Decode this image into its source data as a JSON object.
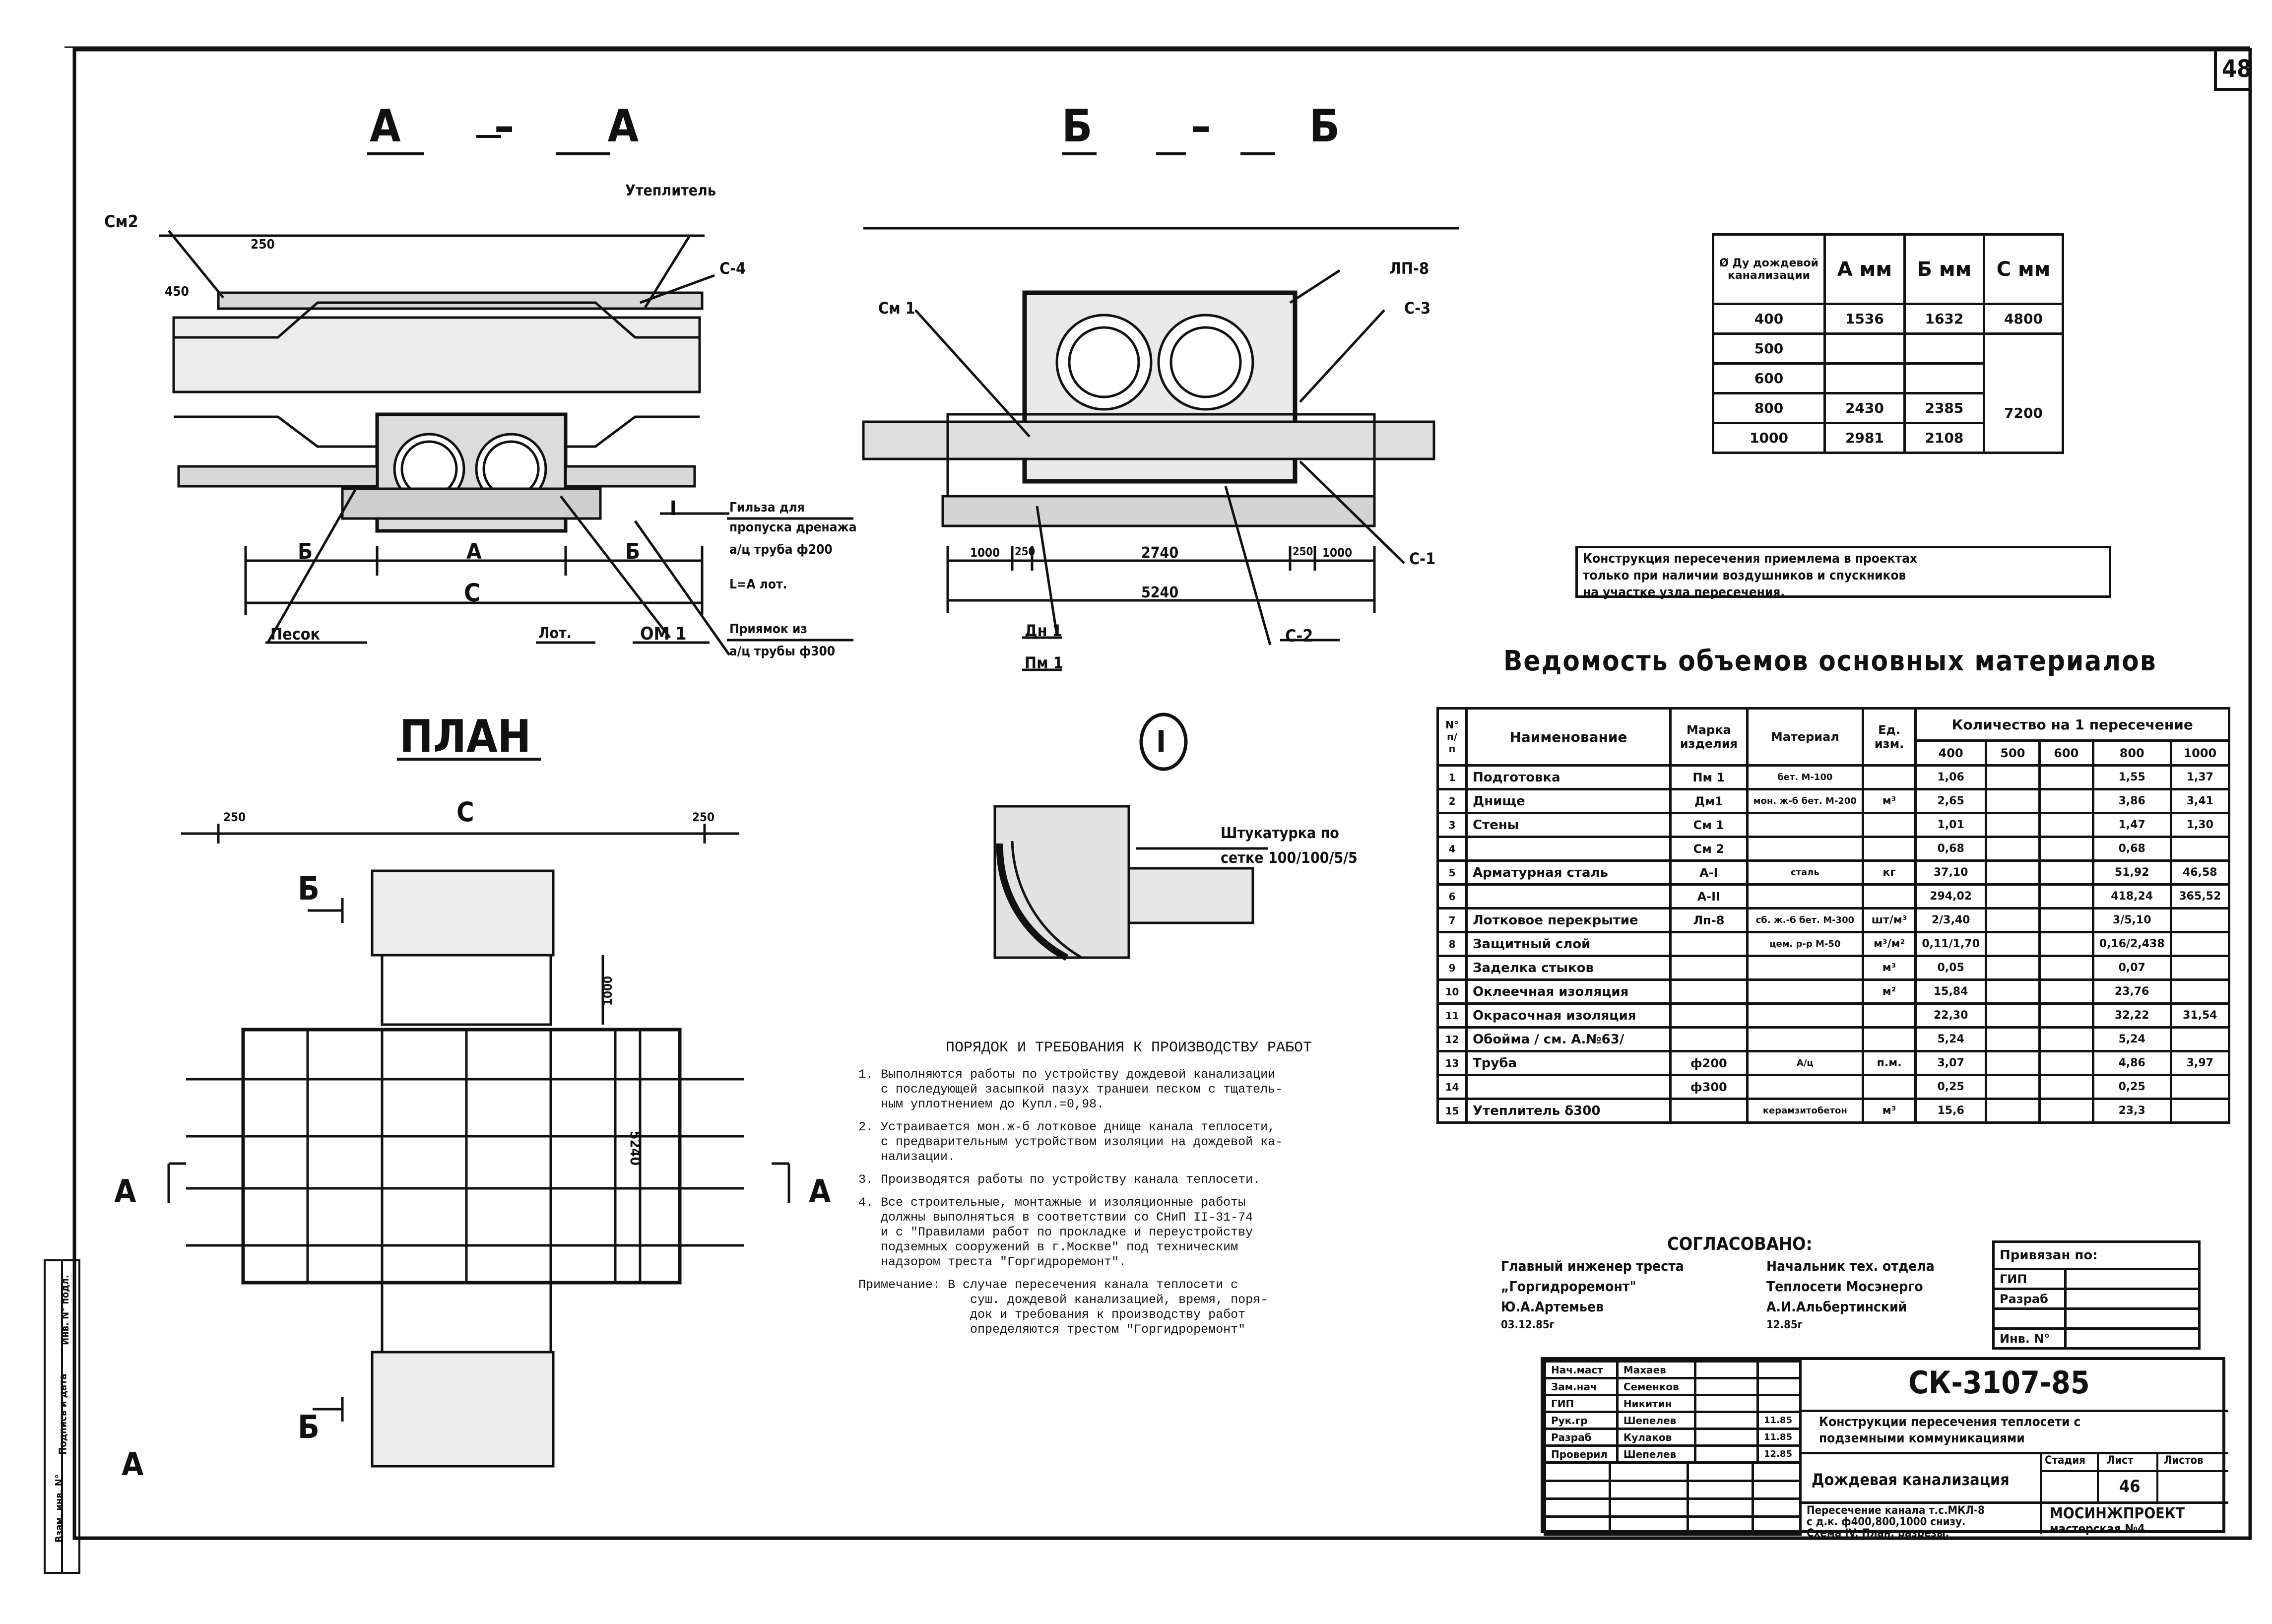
{
  "sheet": {
    "sheet_number": "48",
    "document_code": "СК-3107-85",
    "sheet_index": "46"
  },
  "views": {
    "section_aa": "А – А",
    "section_bb": "Б – Б",
    "plan": "ПЛАН",
    "node_mark": "I"
  },
  "section_aa_labels": {
    "insulation": "Утеплитель",
    "cm2": "См2",
    "c4": "С-4",
    "dim_250": "250",
    "dim_450": "450",
    "roman_i": "I",
    "sleeve_note": [
      "Гильза для",
      "пропуска дренажа",
      "а/ц труба ф200",
      "L=A лот."
    ],
    "dim_b_left": "Б",
    "dim_a": "А",
    "dim_b_right": "Б",
    "dim_c": "С",
    "sand": "Песок",
    "lot": "Лот.",
    "om1": "ОМ 1",
    "tray_note": [
      "Приямок из",
      "а/ц трубы ф300"
    ]
  },
  "section_bb_labels": {
    "cm1": "См 1",
    "lp8": "ЛП-8",
    "c3": "С-3",
    "c1": "С-1",
    "c2": "С-2",
    "dim_1000_left": "1000",
    "dim_250_left": "250",
    "dim_2740": "2740",
    "dim_250_right": "250",
    "dim_1000_right": "1000",
    "dim_5240": "5240",
    "dn1": "Дн 1",
    "pm1": "Пм 1"
  },
  "plan_labels": {
    "dim_c": "С",
    "dim_250_left": "250",
    "dim_250_right": "250",
    "dim_1000": "1000",
    "dim_5240": "5240",
    "cut_a_left": "А",
    "cut_a_right": "А",
    "cut_b_top": "Б",
    "cut_b_bottom": "Б",
    "stamp_a": "А"
  },
  "detail_labels": {
    "plaster": [
      "Штукатурка по",
      "сетке 100/100/5/5"
    ]
  },
  "dimension_table": {
    "headers": [
      "Ø Ду дождевой канализации",
      "А мм",
      "Б мм",
      "С мм"
    ],
    "rows": [
      [
        "400",
        "1536",
        "1632",
        "4800"
      ],
      [
        "500",
        "",
        "",
        ""
      ],
      [
        "600",
        "",
        "",
        ""
      ],
      [
        "800",
        "2430",
        "2385",
        "7200"
      ],
      [
        "1000",
        "2981",
        "2108",
        ""
      ]
    ]
  },
  "note_box": [
    "Конструкция пересечения приемлема в проектах",
    "только при наличии воздушников и спускников",
    "на участке узла пересечения."
  ],
  "materials": {
    "title": "Ведомость объемов основных материалов",
    "headers": [
      "N° п/п",
      "Наименование",
      "Марка изделия",
      "Материал",
      "Ед. изм.",
      "Количество на 1 пересечение"
    ],
    "sizes": [
      "400",
      "500",
      "600",
      "800",
      "1000"
    ],
    "rows": [
      {
        "n": "1",
        "name": "Подготовка",
        "mark": "Пм 1",
        "material": "бет. М-100",
        "unit": "",
        "q400": "1,06",
        "q800": "1,55",
        "q1000": "1,37"
      },
      {
        "n": "2",
        "name": "Днище",
        "mark": "Дм1",
        "material": "мон. ж-б бет. М-200",
        "unit": "м³",
        "q400": "2,65",
        "q800": "3,86",
        "q1000": "3,41"
      },
      {
        "n": "3",
        "name": "Стены",
        "mark": "См 1",
        "material": "",
        "unit": "",
        "q400": "1,01",
        "q800": "1,47",
        "q1000": "1,30"
      },
      {
        "n": "4",
        "name": "",
        "mark": "См 2",
        "material": "",
        "unit": "",
        "q400": "0,68",
        "q800": "0,68",
        "q1000": ""
      },
      {
        "n": "5",
        "name": "Арматурная сталь",
        "mark": "А-I",
        "material": "сталь",
        "unit": "кг",
        "q400": "37,10",
        "q800": "51,92",
        "q1000": "46,58"
      },
      {
        "n": "6",
        "name": "",
        "mark": "А-II",
        "material": "",
        "unit": "",
        "q400": "294,02",
        "q800": "418,24",
        "q1000": "365,52"
      },
      {
        "n": "7",
        "name": "Лотковое перекрытие",
        "mark": "Лп-8",
        "material": "сб. ж.-б бет. М-300",
        "unit": "шт/м³",
        "q400": "2/3,40",
        "q800": "3/5,10",
        "q1000": ""
      },
      {
        "n": "8",
        "name": "Защитный слой",
        "mark": "",
        "material": "цем. р-р М-50",
        "unit": "м³/м²",
        "q400": "0,11/1,70",
        "q800": "0,16/2,438",
        "q1000": ""
      },
      {
        "n": "9",
        "name": "Заделка стыков",
        "mark": "",
        "material": "",
        "unit": "м³",
        "q400": "0,05",
        "q800": "0,07",
        "q1000": ""
      },
      {
        "n": "10",
        "name": "Оклеечная изоляция",
        "mark": "",
        "material": "",
        "unit": "м²",
        "q400": "15,84",
        "q800": "23,76",
        "q1000": ""
      },
      {
        "n": "11",
        "name": "Окрасочная изоляция",
        "mark": "",
        "material": "",
        "unit": "",
        "q400": "22,30",
        "q800": "32,22",
        "q1000": "31,54"
      },
      {
        "n": "12",
        "name": "Обойма / см. А.№63/",
        "mark": "",
        "material": "",
        "unit": "",
        "q400": "5,24",
        "q800": "5,24",
        "q1000": ""
      },
      {
        "n": "13",
        "name": "Труба",
        "mark": "ф200",
        "material": "А/ц",
        "unit": "п.м.",
        "q400": "3,07",
        "q800": "4,86",
        "q1000": "3,97"
      },
      {
        "n": "14",
        "name": "",
        "mark": "ф300",
        "material": "",
        "unit": "",
        "q400": "0,25",
        "q800": "0,25",
        "q1000": ""
      },
      {
        "n": "15",
        "name": "Утеплитель δ300",
        "mark": "",
        "material": "керамзитобетон",
        "unit": "м³",
        "q400": "15,6",
        "q800": "23,3",
        "q1000": ""
      }
    ]
  },
  "work_order": {
    "title": "ПОРЯДОК И ТРЕБОВАНИЯ К ПРОИЗВОДСТВУ РАБОТ",
    "items": [
      [
        "1. Выполняются работы по устройству дождевой канализации",
        "с последующей засыпкой пазух траншеи песком с тщатель-",
        "ным уплотнением до Kупл.=0,98."
      ],
      [
        "2. Устраивается мон.ж-б лотковое днище канала теплосети,",
        "с предварительным устройством изоляции на дождевой ка-",
        "нализации."
      ],
      [
        "3. Производятся работы по устройству канала теплосети."
      ],
      [
        "4. Все строительные, монтажные и изоляционные работы",
        "должны выполняться в соответствии со СНиП II-31-74",
        "и с \"Правилами работ по прокладке и переустройству",
        "подземных сооружений в г.Москве\" под техническим",
        "надзором треста \"Горгидроремонт\"."
      ]
    ],
    "note": [
      "Примечание: В случае пересечения канала теплосети с",
      "суш. дождевой канализацией, время, поря-",
      "док и требования к производству работ",
      "определяются трестом \"Горгидроремонт\""
    ]
  },
  "approval": {
    "title": "СОГЛАСОВАНО:",
    "left": [
      "Главный инженер треста",
      "„Горгидроремонт\"",
      "Ю.А.Артемьев",
      "03.12.85г"
    ],
    "right": [
      "Начальник тех. отдела",
      "Теплосети Мосэнерго",
      "А.И.Альбертинский",
      "12.85г"
    ]
  },
  "binding": {
    "title": "Привязан по:",
    "rows": [
      "ГИП",
      "Разраб",
      "Инв. N°"
    ]
  },
  "title_block": {
    "staff": [
      {
        "role": "Нач.маст",
        "name": "Махаев",
        "date": ""
      },
      {
        "role": "Зам.нач",
        "name": "Семенков",
        "date": ""
      },
      {
        "role": "ГИП",
        "name": "Никитин",
        "date": ""
      },
      {
        "role": "Рук.гр",
        "name": "Шепелев",
        "date": "11.85"
      },
      {
        "role": "Разраб",
        "name": "Кулаков",
        "date": "11.85"
      },
      {
        "role": "Проверил",
        "name": "Шепелев",
        "date": "12.85"
      }
    ],
    "description": [
      "Конструкции пересечения теплосети с",
      "подземными коммуникациями"
    ],
    "section": "Дождевая канализация",
    "stage_headers": [
      "Стадия",
      "Лист",
      "Листов"
    ],
    "sheet_caption": [
      "Пересечение канала т.с.МКЛ-8",
      "с д.к. ф400,800,1000 снизу.",
      "Схема IV. План, разрезы."
    ],
    "organization": [
      "МОСИНЖПРОЕКТ",
      "мастерская №4"
    ]
  },
  "side_stamp": [
    "Инв. N° подл.",
    "Подпись и дата",
    "Взам. инв. N°"
  ]
}
